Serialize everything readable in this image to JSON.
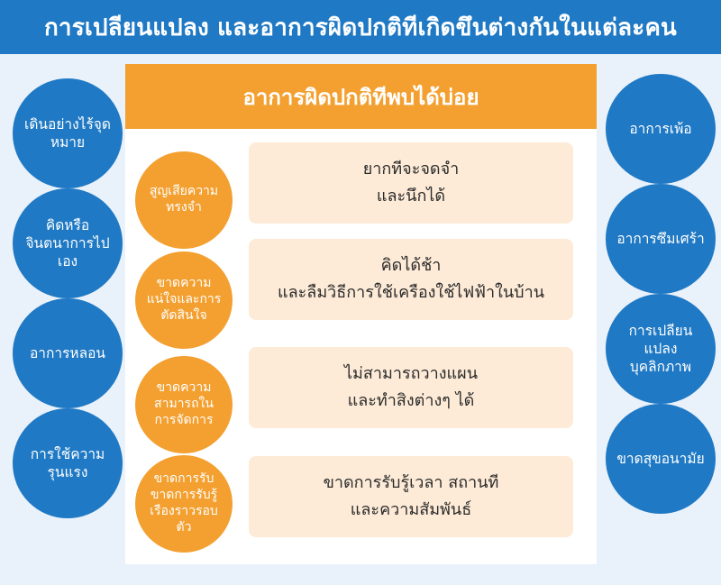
{
  "header": {
    "title": "การเปลียนแปลง และอาการผิดปกติทีเกิดขึนต่างกันในแต่ละคน"
  },
  "left_circles": [
    {
      "label": "เดินอย่างไร้จุดหมาย"
    },
    {
      "label": "คิดหรือจินตนาการไปเอง"
    },
    {
      "label": "อาการหลอน"
    },
    {
      "label": "การใช้ความรุนแรง"
    }
  ],
  "right_circles": [
    {
      "label": "อาการเพ้อ"
    },
    {
      "label": "อาการซึมเศร้า"
    },
    {
      "label": "การเปลียนแปลงบุคลิกภาพ"
    },
    {
      "label": "ขาดสุขอนามัย"
    }
  ],
  "panel": {
    "title": "อาการผิดปกติทีพบได้บ่อย",
    "rows": [
      {
        "label": "สูญเสียความทรงจำ",
        "desc_line1": "ยากทีจะจดจำ",
        "desc_line2": "และนึกได้"
      },
      {
        "label": "ขาดความแน่ใจและการตัดสินใจ",
        "desc_line1": "คิดได้ช้า",
        "desc_line2": "และลืมวิธีการใช้เครืองใช้ไฟฟ้าในบ้าน"
      },
      {
        "label": "ขาดความสามารถในการจัดการ",
        "desc_line1": "ไม่สามารถวางแผน",
        "desc_line2": "และทำสิงต่างๆ ได้"
      },
      {
        "label": "ขาดการรับขาดการรับรู้เรืองราวรอบตัว",
        "desc_line1": "ขาดการรับรู้เวลา สถานที",
        "desc_line2": "และความสัมพันธ์"
      }
    ]
  },
  "colors": {
    "blue": "#1f79c4",
    "orange": "#f3a030",
    "box": "#fdebd7",
    "background": "#e9f1fa"
  }
}
